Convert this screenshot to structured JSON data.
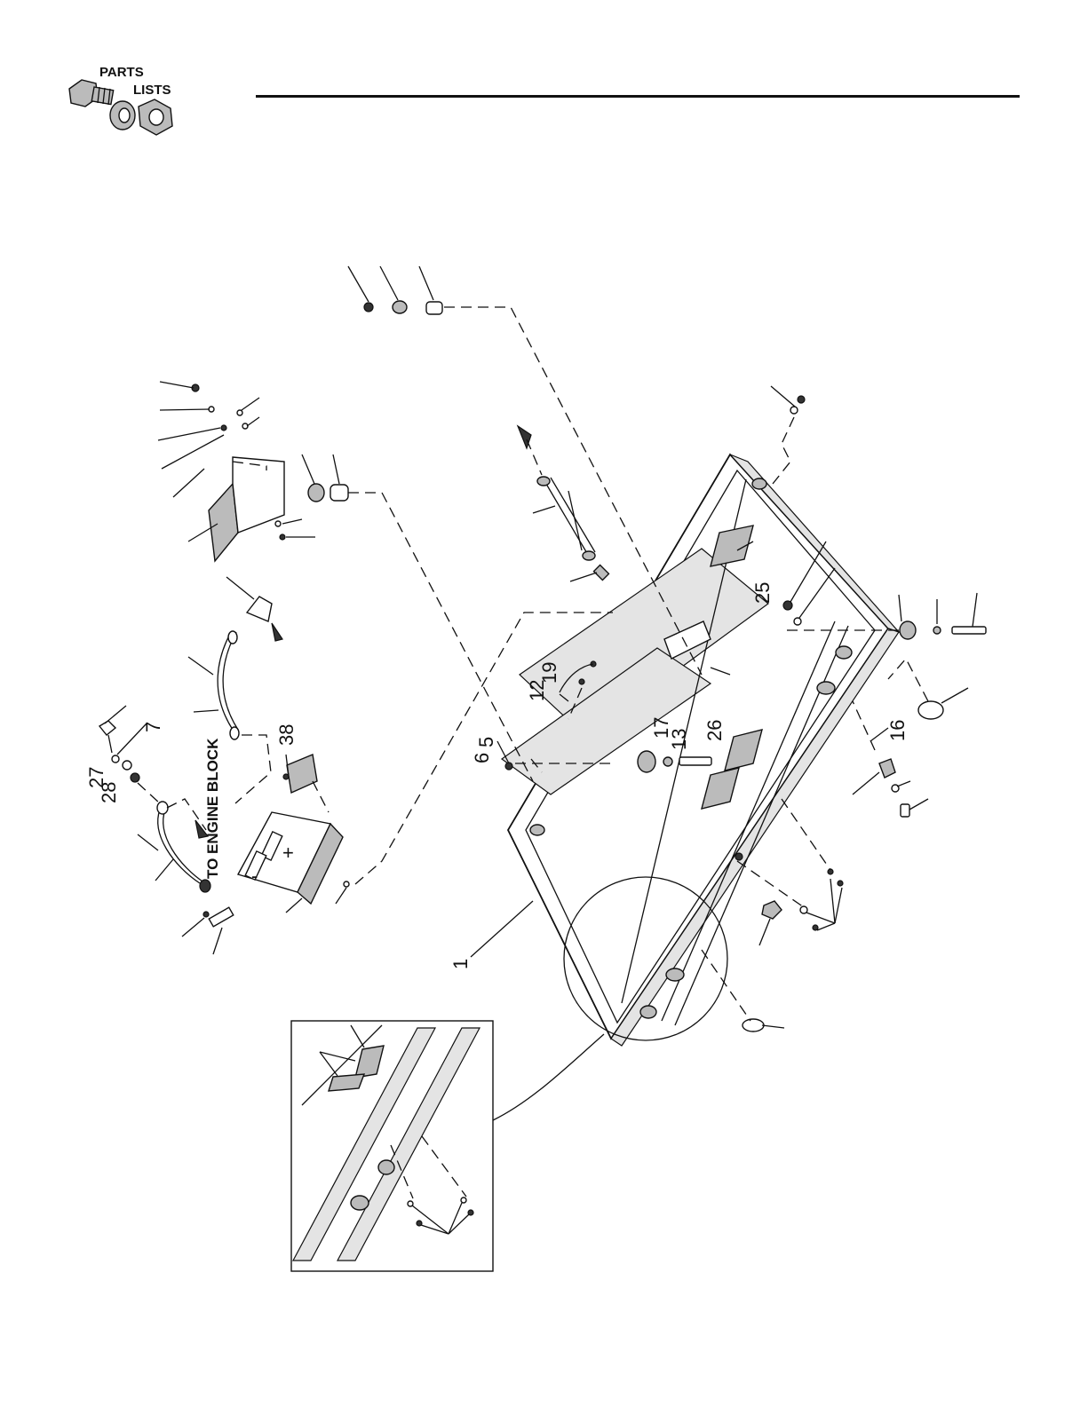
{
  "header": {
    "logo_line1": "PARTS",
    "logo_line2": "LISTS"
  },
  "diagram": {
    "callouts": {
      "c25": "25",
      "c38": "38",
      "c7": "7",
      "c27": "27",
      "c28": "28",
      "c6": "6",
      "c5": "5",
      "c13": "13",
      "c17": "17",
      "c12": "12",
      "c19": "19",
      "c26": "26",
      "c16": "16",
      "c1": "1"
    },
    "engine_block_label": "TO ENGINE BLOCK",
    "battery_plus": "+",
    "battery_minus": "-"
  }
}
